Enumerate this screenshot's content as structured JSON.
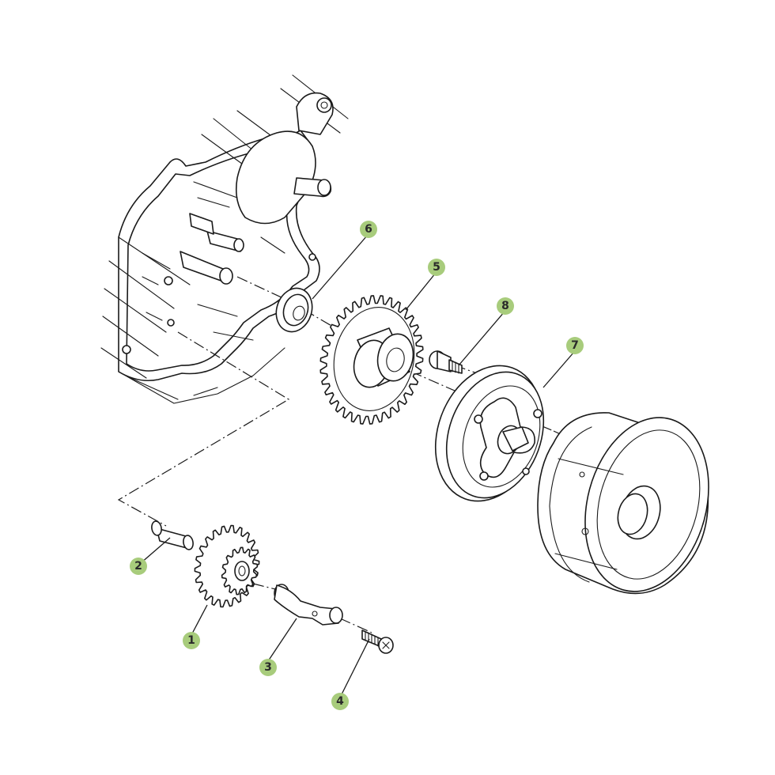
{
  "colors": {
    "callout_fill": "#a8cc7c",
    "line": "#1a1a1a",
    "background": "#ffffff"
  },
  "callouts": [
    {
      "id": "1",
      "label": "1"
    },
    {
      "id": "2",
      "label": "2"
    },
    {
      "id": "3",
      "label": "3"
    },
    {
      "id": "4",
      "label": "4"
    },
    {
      "id": "5",
      "label": "5"
    },
    {
      "id": "6",
      "label": "6"
    },
    {
      "id": "7",
      "label": "7"
    },
    {
      "id": "8",
      "label": "8"
    }
  ],
  "parts": [
    {
      "callout": "1",
      "icon": "idler-gear-icon"
    },
    {
      "callout": "2",
      "icon": "shaft-icon"
    },
    {
      "callout": "3",
      "icon": "plate-icon"
    },
    {
      "callout": "4",
      "icon": "screw-icon"
    },
    {
      "callout": "5",
      "icon": "starter-wheel-gear-icon"
    },
    {
      "callout": "6",
      "icon": "washer-icon"
    },
    {
      "callout": "7",
      "icon": "starter-clutch-icon"
    },
    {
      "callout": "8",
      "icon": "bolt-icon"
    }
  ]
}
